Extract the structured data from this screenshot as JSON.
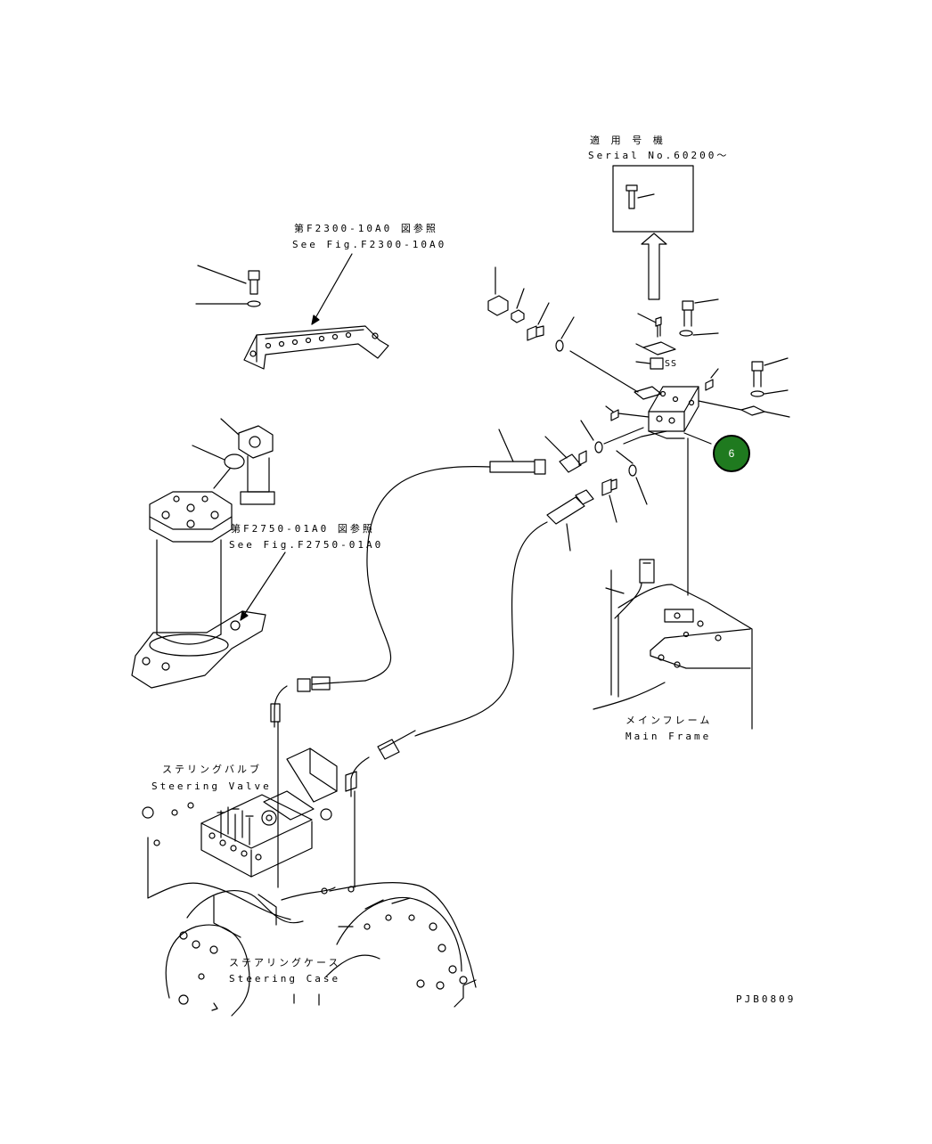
{
  "labels": {
    "applicable_jp": "適 用 号 機",
    "serial": "Serial No.60200～",
    "ref1_jp": "第F2300-10A0 図参照",
    "ref1_en": "See Fig.F2300-10A0",
    "ref2_jp": "第F2750-01A0 図参照",
    "ref2_en": "See Fig.F2750-01A0",
    "frame_jp": "メインフレーム",
    "frame_en": "Main Frame",
    "valve_jp": "ステリングバルブ",
    "valve_en": "Steering Valve",
    "case_jp": "ステアリングケース",
    "case_en": "Steering Case",
    "ss": "SS",
    "drawing_code": "PJB0809"
  },
  "callout": {
    "number": "6",
    "color": "#1f7a1f"
  }
}
